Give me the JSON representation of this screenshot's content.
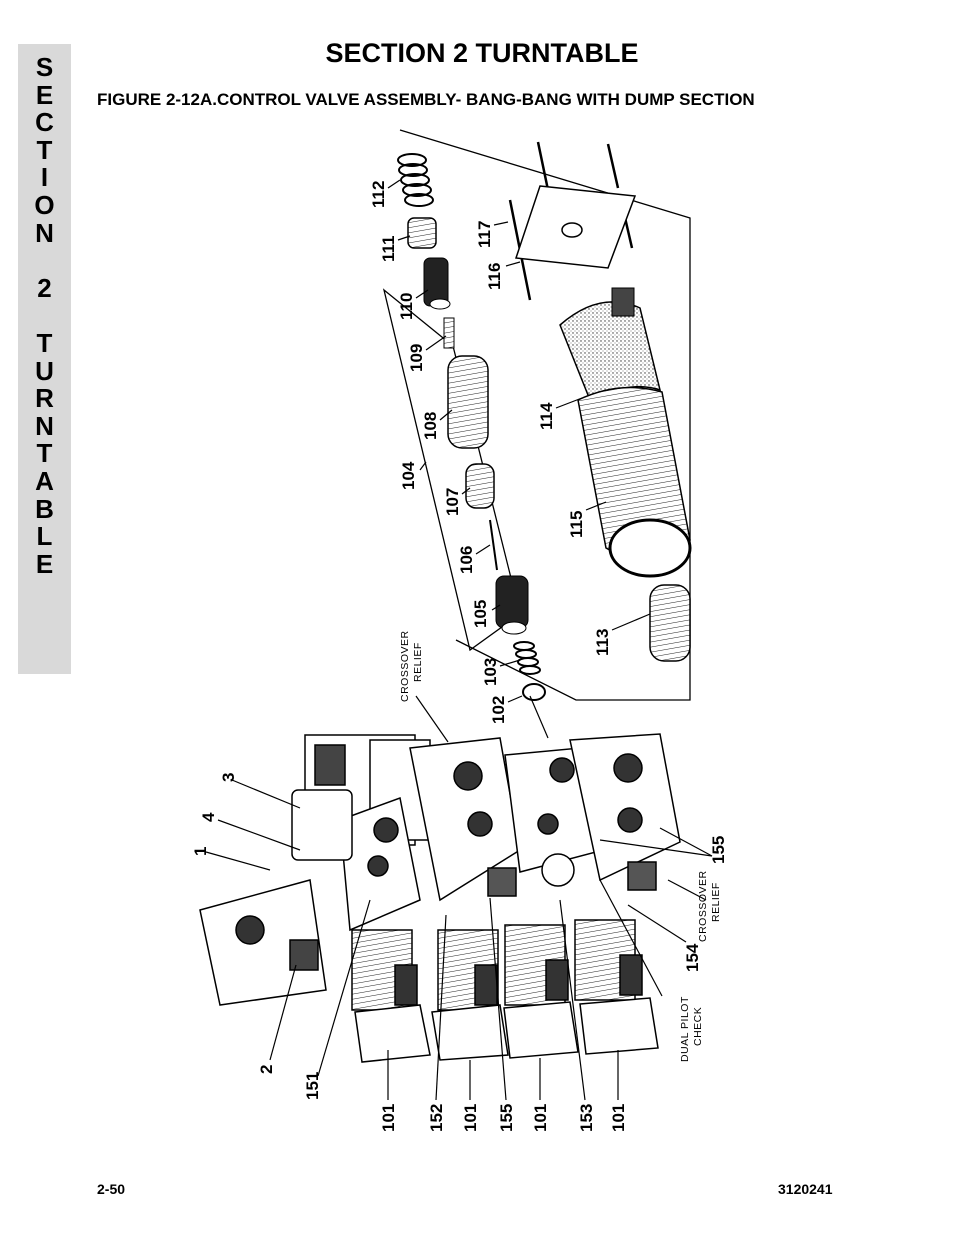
{
  "side_tab": {
    "letters": [
      "S",
      "E",
      "C",
      "T",
      "I",
      "O",
      "N",
      " ",
      "2",
      " ",
      "T",
      "U",
      "R",
      "N",
      "T",
      "A",
      "B",
      "L",
      "E"
    ]
  },
  "header": {
    "section_title": "SECTION 2  TURNTABLE",
    "figure_title": "FIGURE 2-12A.CONTROL VALVE ASSEMBLY- BANG-BANG WITH DUMP SECTION"
  },
  "callouts": {
    "c112": "112",
    "c111": "111",
    "c110": "110",
    "c109": "109",
    "c108": "108",
    "c107": "107",
    "c106": "106",
    "c105": "105",
    "c104": "104",
    "c103": "103",
    "c102": "102",
    "c117": "117",
    "c116": "116",
    "c114": "114",
    "c115": "115",
    "c113": "113",
    "c3": "3",
    "c4": "4",
    "c1": "1",
    "c2": "2",
    "c151": "151",
    "c101a": "101",
    "c152": "152",
    "c101b": "101",
    "c155a": "155",
    "c101c": "101",
    "c153": "153",
    "c101d": "101",
    "c154": "154",
    "c155b": "155"
  },
  "notes": {
    "crossover_top_1": "CROSSOVER",
    "crossover_top_2": "RELIEF",
    "crossover_right_1": "CROSSOVER",
    "crossover_right_2": "RELIEF",
    "dual_pilot_1": "DUAL PILOT",
    "dual_pilot_2": "CHECK"
  },
  "footer": {
    "page_number": "2-50",
    "doc_number": "3120241"
  }
}
